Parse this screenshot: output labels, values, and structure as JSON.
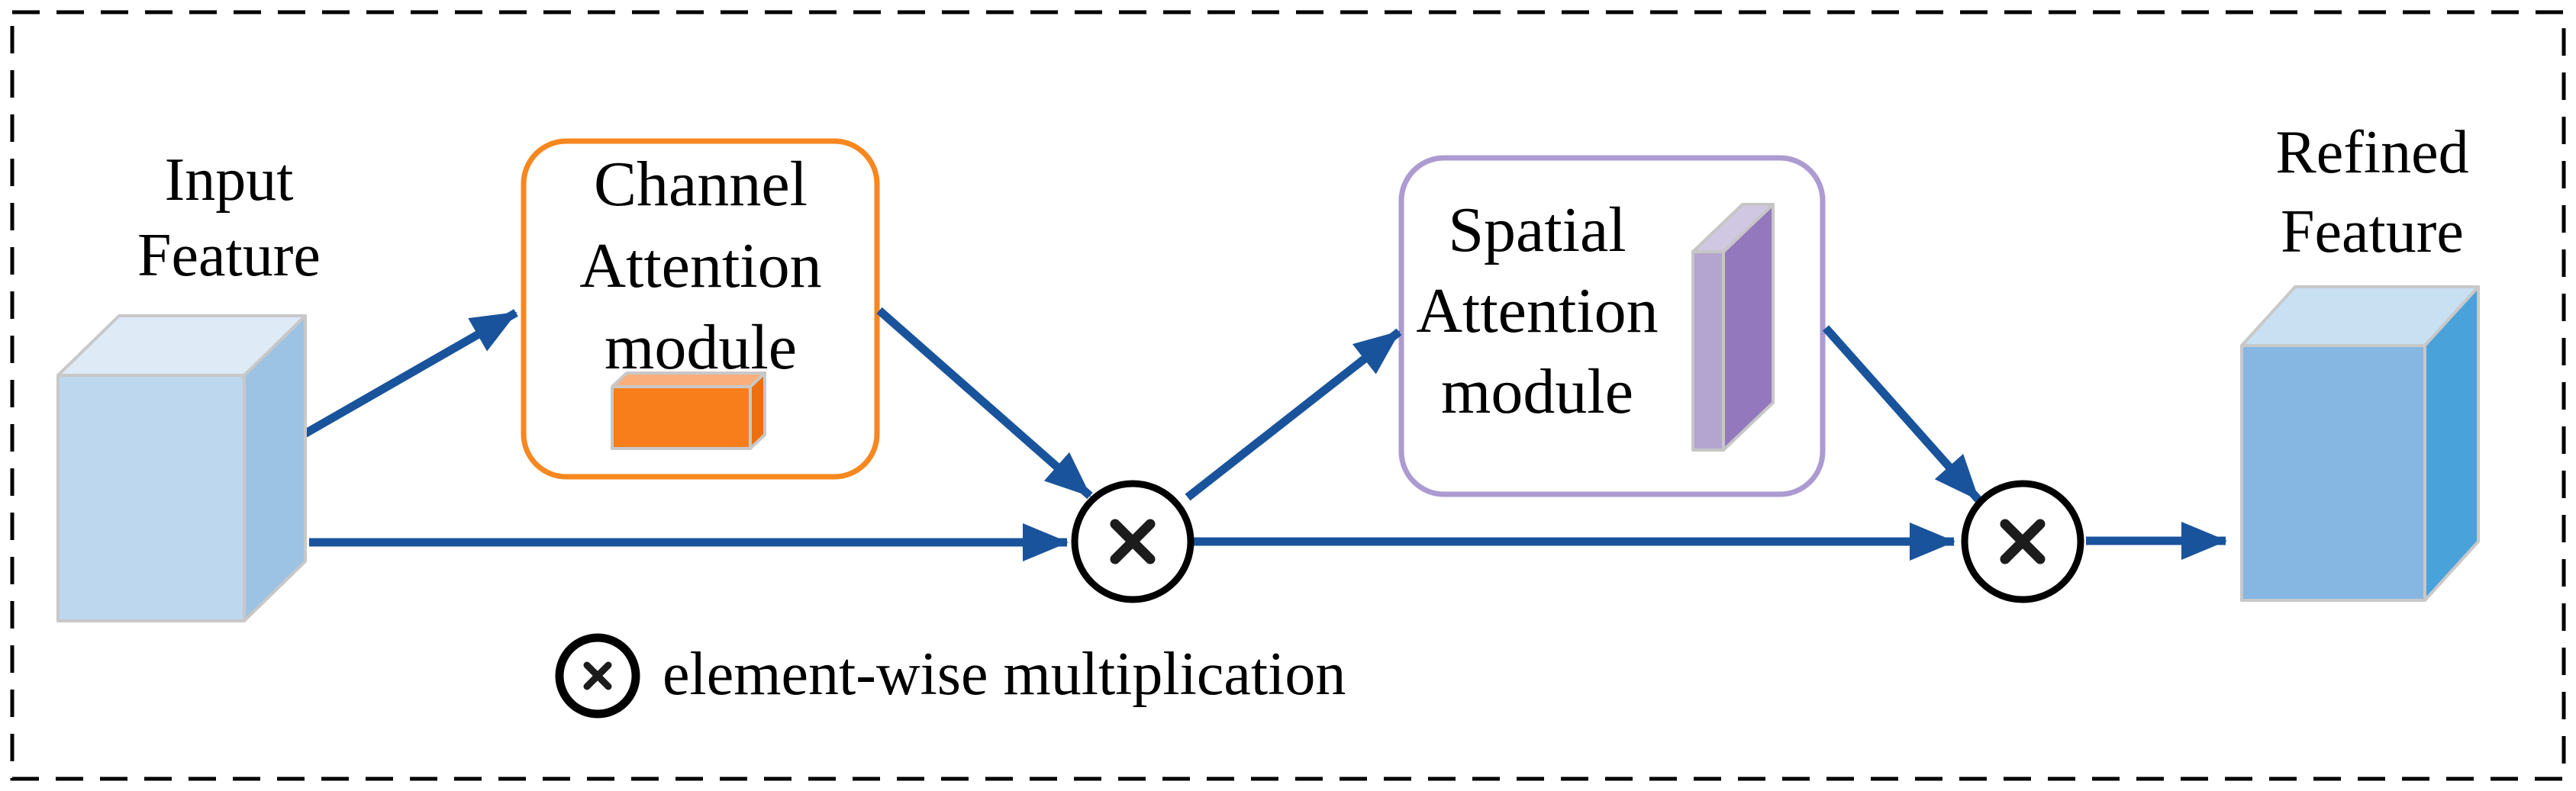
{
  "labels": {
    "input": {
      "line1": "Input",
      "line2": "Feature"
    },
    "refined": {
      "line1": "Refined",
      "line2": "Feature"
    }
  },
  "modules": {
    "channel": {
      "line1": "Channel",
      "line2": "Attention",
      "line3": "module"
    },
    "spatial": {
      "line1": "Spatial",
      "line2": "Attention",
      "line3": "module"
    }
  },
  "legend": {
    "symbol": "×",
    "label": "element-wise multiplication"
  },
  "icons": {
    "multiply": "×"
  },
  "colors": {
    "arrow": "#19539B",
    "operator_stroke": "#1C1C1C",
    "frame": "#000000",
    "channel_border": "#F7871F",
    "spatial_border": "#AC9BD1",
    "cube_edge": "#C8C8C8",
    "input_cube": {
      "top": "#DEEAF6",
      "front": "#BDD7EE",
      "side": "#9CC3E4"
    },
    "refined_cube": {
      "top": "#C9DFF2",
      "front": "#85B7E2",
      "side": "#49A2DA"
    },
    "channel_box3d": {
      "top": "#FAAE7B",
      "front": "#F87E1B",
      "side": "#EE6F10"
    },
    "spatial_slab3d": {
      "top": "#D0C7E3",
      "front": "#B3A5CF",
      "side": "#9478BE"
    }
  }
}
